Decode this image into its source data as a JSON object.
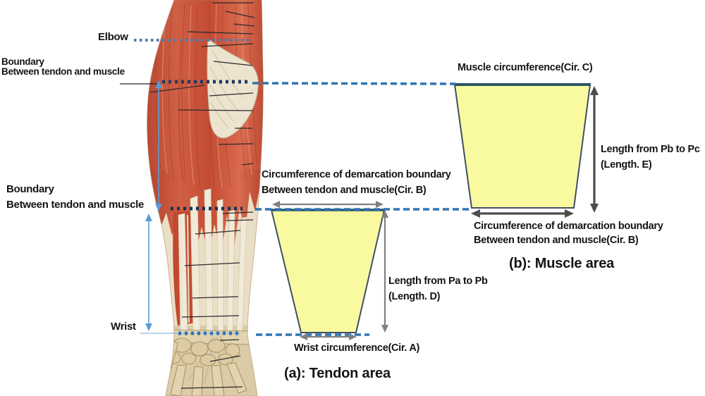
{
  "figure": {
    "background": "#ffffff",
    "palette": {
      "trapezoid_fill": "#f9f9a0",
      "trapezoid_border": "#3f4f63",
      "trapezoid_top_edge": "#2c5566",
      "dashed_line_blue": "#2e74b5",
      "dotted_line_navy": "#1e3a5f",
      "measure_arrow_blue": "#5b9bd5",
      "arrow_gray": "#808080",
      "arrow_dark": "#4d4d4d",
      "muscle_red": "#c7503a",
      "tendon_white": "#f0ead9",
      "bone_tan": "#d9c9a7",
      "text_color": "#141414"
    },
    "arm_labels": {
      "elbow": "Elbow",
      "boundary_upper": {
        "line1": "Boundary",
        "line2": "Between tendon and muscle"
      },
      "boundary_lower": {
        "line1": "Boundary",
        "line2": "Between tendon and muscle"
      },
      "wrist": "Wrist"
    },
    "tendon_area": {
      "caption": "(a): Tendon area",
      "top_circumference": {
        "line1": "Circumference of demarcation boundary",
        "line2": "Between tendon and muscle(Cir. B)"
      },
      "bottom_circumference": "Wrist circumference(Cir. A)",
      "length": {
        "line1": "Length from Pa to Pb",
        "line2": "(Length. D)"
      }
    },
    "muscle_area": {
      "caption": "(b): Muscle area",
      "top_circumference": "Muscle circumference(Cir. C)",
      "bottom_circumference": {
        "line1": "Circumference of demarcation boundary",
        "line2": "Between tendon and muscle(Cir. B)"
      },
      "length": {
        "line1": "Length from Pb to Pc",
        "line2": "(Length. E)"
      }
    }
  }
}
